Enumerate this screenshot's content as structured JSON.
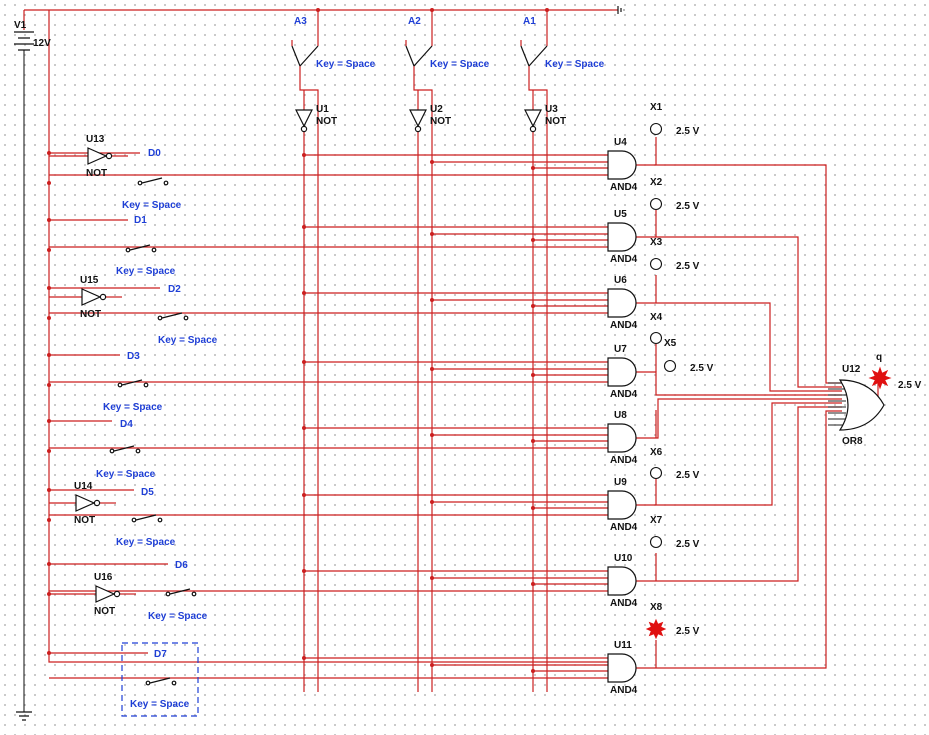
{
  "source": {
    "name": "V1",
    "value": "12V"
  },
  "address_switches": [
    {
      "label": "A3",
      "key": "Key = Space"
    },
    {
      "label": "A2",
      "key": "Key = Space"
    },
    {
      "label": "A1",
      "key": "Key = Space"
    }
  ],
  "address_inverters": [
    {
      "name": "U1",
      "type": "NOT"
    },
    {
      "name": "U2",
      "type": "NOT"
    },
    {
      "name": "U3",
      "type": "NOT"
    }
  ],
  "data_switches": [
    {
      "label": "D0",
      "key": "Key = Space"
    },
    {
      "label": "D1",
      "key": "Key = Space"
    },
    {
      "label": "D2",
      "key": "Key = Space"
    },
    {
      "label": "D3",
      "key": "Key = Space"
    },
    {
      "label": "D4",
      "key": "Key = Space"
    },
    {
      "label": "D5",
      "key": "Key = Space"
    },
    {
      "label": "D6",
      "key": "Key = Space"
    },
    {
      "label": "D7",
      "key": "Key = Space"
    }
  ],
  "data_inverters": [
    {
      "name": "U13",
      "type": "NOT"
    },
    {
      "name": "U15",
      "type": "NOT"
    },
    {
      "name": "U14",
      "type": "NOT"
    },
    {
      "name": "U16",
      "type": "NOT"
    }
  ],
  "and_gates": [
    {
      "name": "U4",
      "type": "AND4"
    },
    {
      "name": "U5",
      "type": "AND4"
    },
    {
      "name": "U6",
      "type": "AND4"
    },
    {
      "name": "U7",
      "type": "AND4"
    },
    {
      "name": "U8",
      "type": "AND4"
    },
    {
      "name": "U9",
      "type": "AND4"
    },
    {
      "name": "U10",
      "type": "AND4"
    },
    {
      "name": "U11",
      "type": "AND4"
    }
  ],
  "probes": [
    {
      "name": "X1",
      "value": "2.5 V",
      "lit": false
    },
    {
      "name": "X2",
      "value": "2.5 V",
      "lit": false
    },
    {
      "name": "X3",
      "value": "2.5 V",
      "lit": false
    },
    {
      "name": "X4",
      "value": "",
      "lit": false
    },
    {
      "name": "X5",
      "value": "2.5 V",
      "lit": false
    },
    {
      "name": "X6",
      "value": "2.5 V",
      "lit": false
    },
    {
      "name": "X7",
      "value": "2.5 V",
      "lit": false
    },
    {
      "name": "X8",
      "value": "2.5 V",
      "lit": true
    }
  ],
  "or_gate": {
    "name": "U12",
    "type": "OR8"
  },
  "output_probe": {
    "name": "q",
    "value": "2.5 V",
    "lit": true
  }
}
